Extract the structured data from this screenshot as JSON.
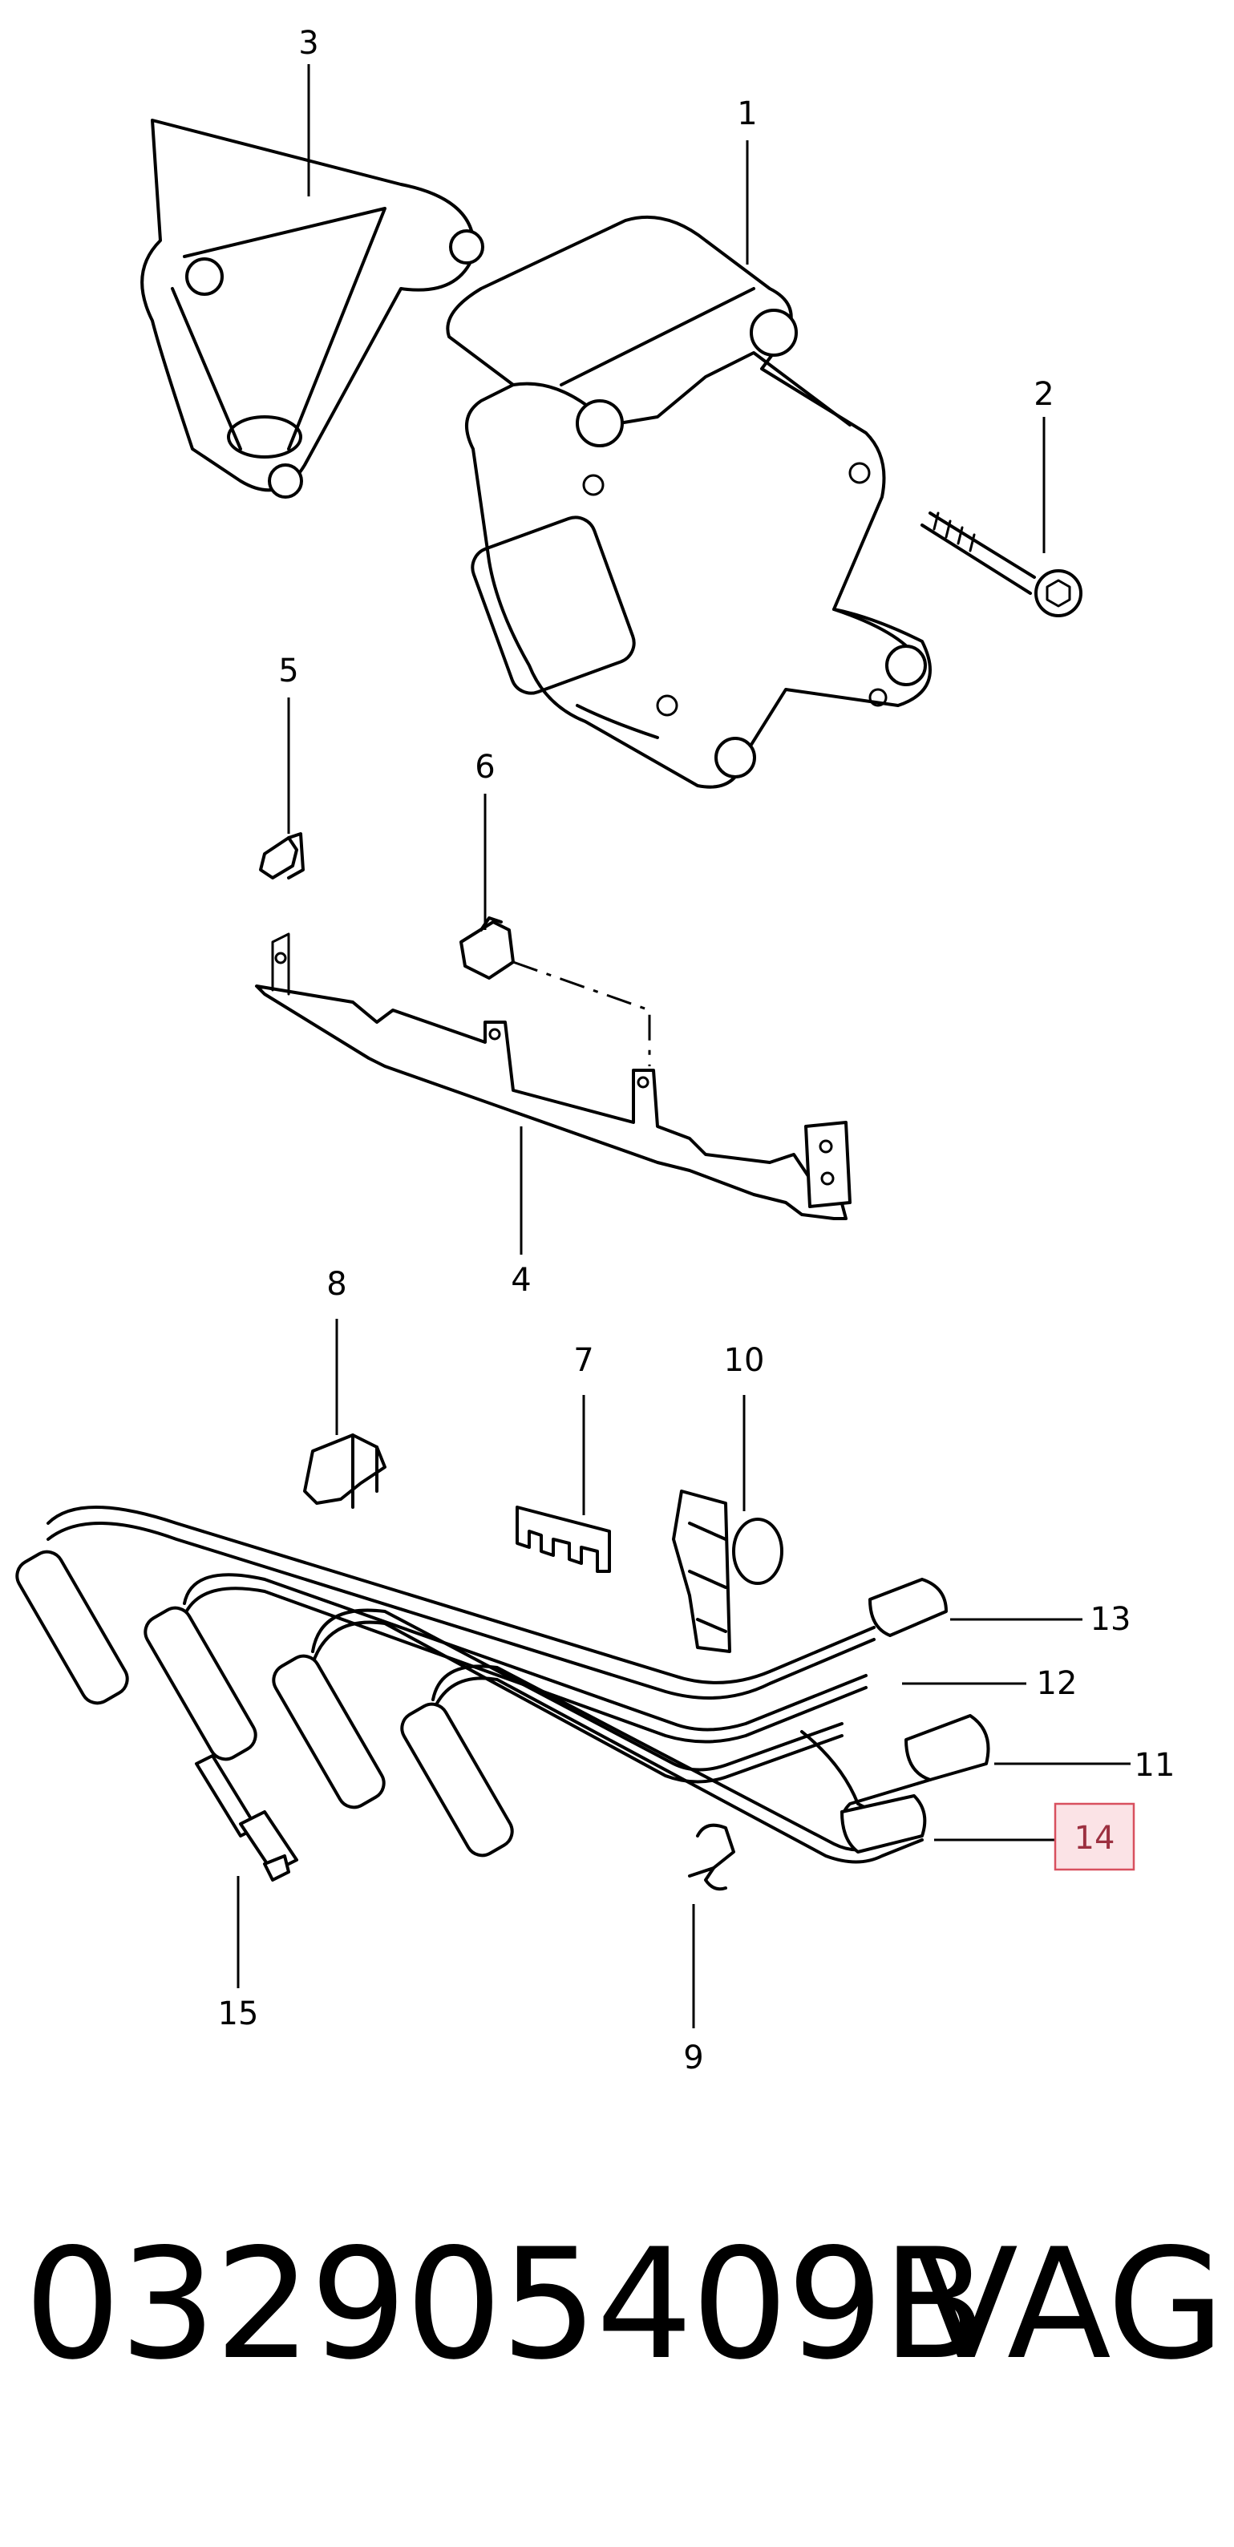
{
  "callouts": {
    "c1": "1",
    "c2": "2",
    "c3": "3",
    "c4": "4",
    "c5": "5",
    "c6": "6",
    "c7": "7",
    "c8": "8",
    "c9": "9",
    "c10": "10",
    "c11": "11",
    "c12": "12",
    "c13": "13",
    "c14": "14",
    "c15": "15"
  },
  "highlighted_callout": "14",
  "colors": {
    "highlight_fill": "#fbe3e6",
    "highlight_border": "#d8505f",
    "line": "#000000"
  },
  "footer": {
    "part_number": "032905409B",
    "brand": "VAG"
  }
}
